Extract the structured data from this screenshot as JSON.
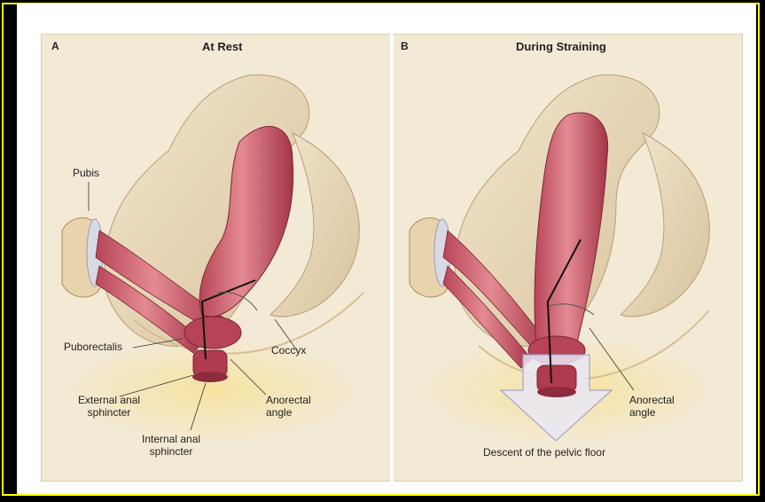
{
  "panels": [
    {
      "letter": "A",
      "title": "At Rest",
      "labels": {
        "pubis": "Pubis",
        "puborectalis": "Puborectalis",
        "coccyx": "Coccyx",
        "external": "External anal\nsphincter",
        "internal": "Internal anal\nsphincter",
        "angle": "Anorectal\nangle"
      }
    },
    {
      "letter": "B",
      "title": "During Straining",
      "labels": {
        "angle": "Anorectal\nangle",
        "descent": "Descent of the pelvic floor"
      }
    }
  ],
  "colors": {
    "bone": "#eadcc0",
    "bone_shadow": "#cdb894",
    "muscle": "#c85a68",
    "muscle_dark": "#9b2f42",
    "background": "#f3ead6",
    "frame_border": "#ffff00"
  }
}
